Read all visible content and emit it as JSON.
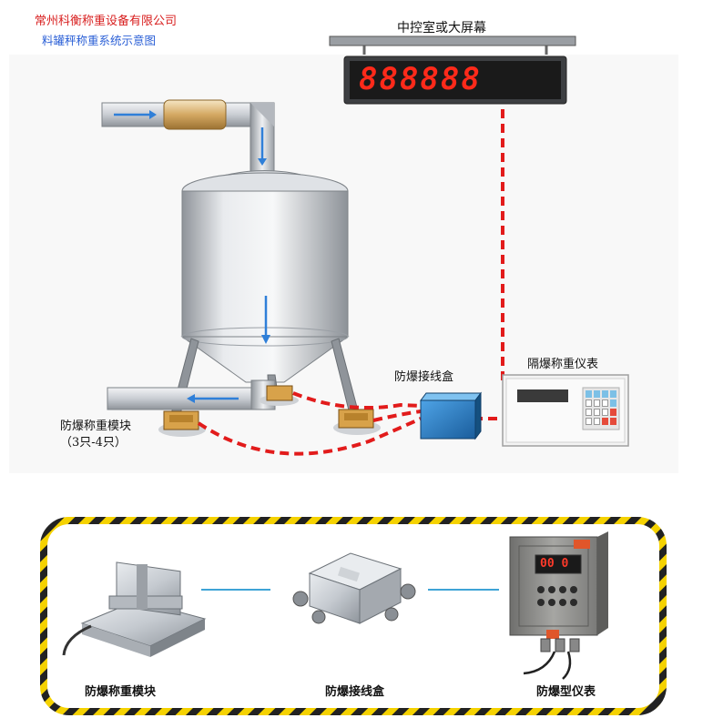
{
  "header": {
    "company": "常州科衡称重设备有限公司",
    "subtitle": "料罐秤称重系统示意图"
  },
  "diagram": {
    "big_screen_label": "中控室或大屏幕",
    "big_screen_digits": "888888",
    "junction_box_label": "防爆接线盒",
    "indicator_label": "隔爆称重仪表",
    "module_label": "防爆称重模块",
    "module_count": "（3只-4只）"
  },
  "components": {
    "module_label": "防爆称重模块",
    "junction_box_label": "防爆接线盒",
    "instrument_label": "防爆型仪表",
    "instrument_display": "00 0"
  },
  "colors": {
    "cable": "#e21b1b",
    "pipe": "#c9cdd3",
    "flow_arrow": "#2f7fd8",
    "frame_yellow": "#f5d200",
    "junction_box": "#1e6fb8",
    "instrument_body": "#8a8a88"
  }
}
